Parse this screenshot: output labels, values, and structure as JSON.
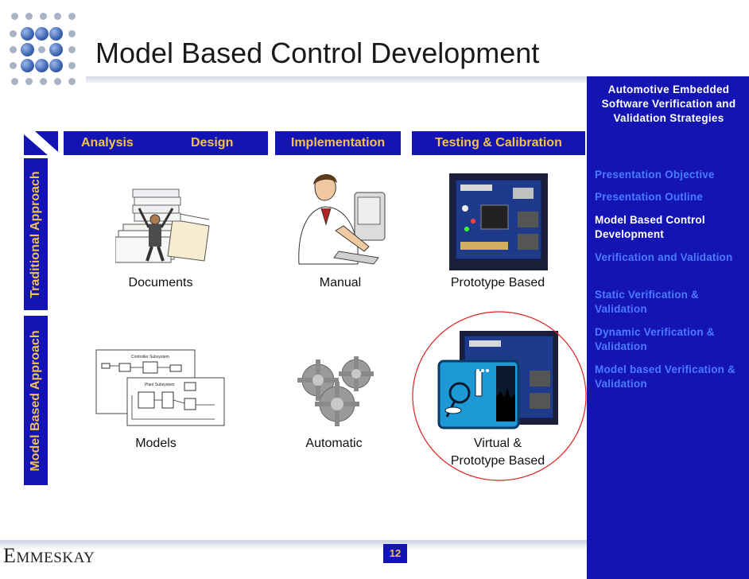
{
  "slide": {
    "title": "Model Based Control Development",
    "page_number": "12",
    "brand_initial": "E",
    "brand_rest": "MMESKAY"
  },
  "panel": {
    "heading": "Automotive Embedded Software Verification and Validation Strategies",
    "items": [
      {
        "label": "Presentation Objective",
        "active": false
      },
      {
        "label": "Presentation Outline",
        "active": false
      },
      {
        "label": "Model Based Control Development",
        "active": true
      },
      {
        "label": "Verification and Validation",
        "active": false
      },
      {
        "label": "Static Verification & Validation",
        "active": false
      },
      {
        "label": "Dynamic Verification & Validation",
        "active": false
      },
      {
        "label": "Model based Verification & Validation",
        "active": false
      }
    ]
  },
  "phases": {
    "analysis": "Analysis",
    "design": "Design",
    "implementation": "Implementation",
    "testing": "Testing & Calibration"
  },
  "rows": {
    "traditional": "Traditional Approach",
    "model_based": "Model Based Approach"
  },
  "captions": {
    "documents": "Documents",
    "manual": "Manual",
    "prototype": "Prototype Based",
    "models": "Models",
    "automatic": "Automatic",
    "virtual_line1": "Virtual &",
    "virtual_line2": "Prototype Based"
  },
  "diagram_labels": {
    "controller": "Controller Subsystem",
    "plant": "Plant Subsystem"
  },
  "colors": {
    "accent_blue": "#1414b4",
    "header_text": "#f2c24a",
    "nav_inactive": "#4b7bff",
    "highlight_circle": "#e02020"
  }
}
